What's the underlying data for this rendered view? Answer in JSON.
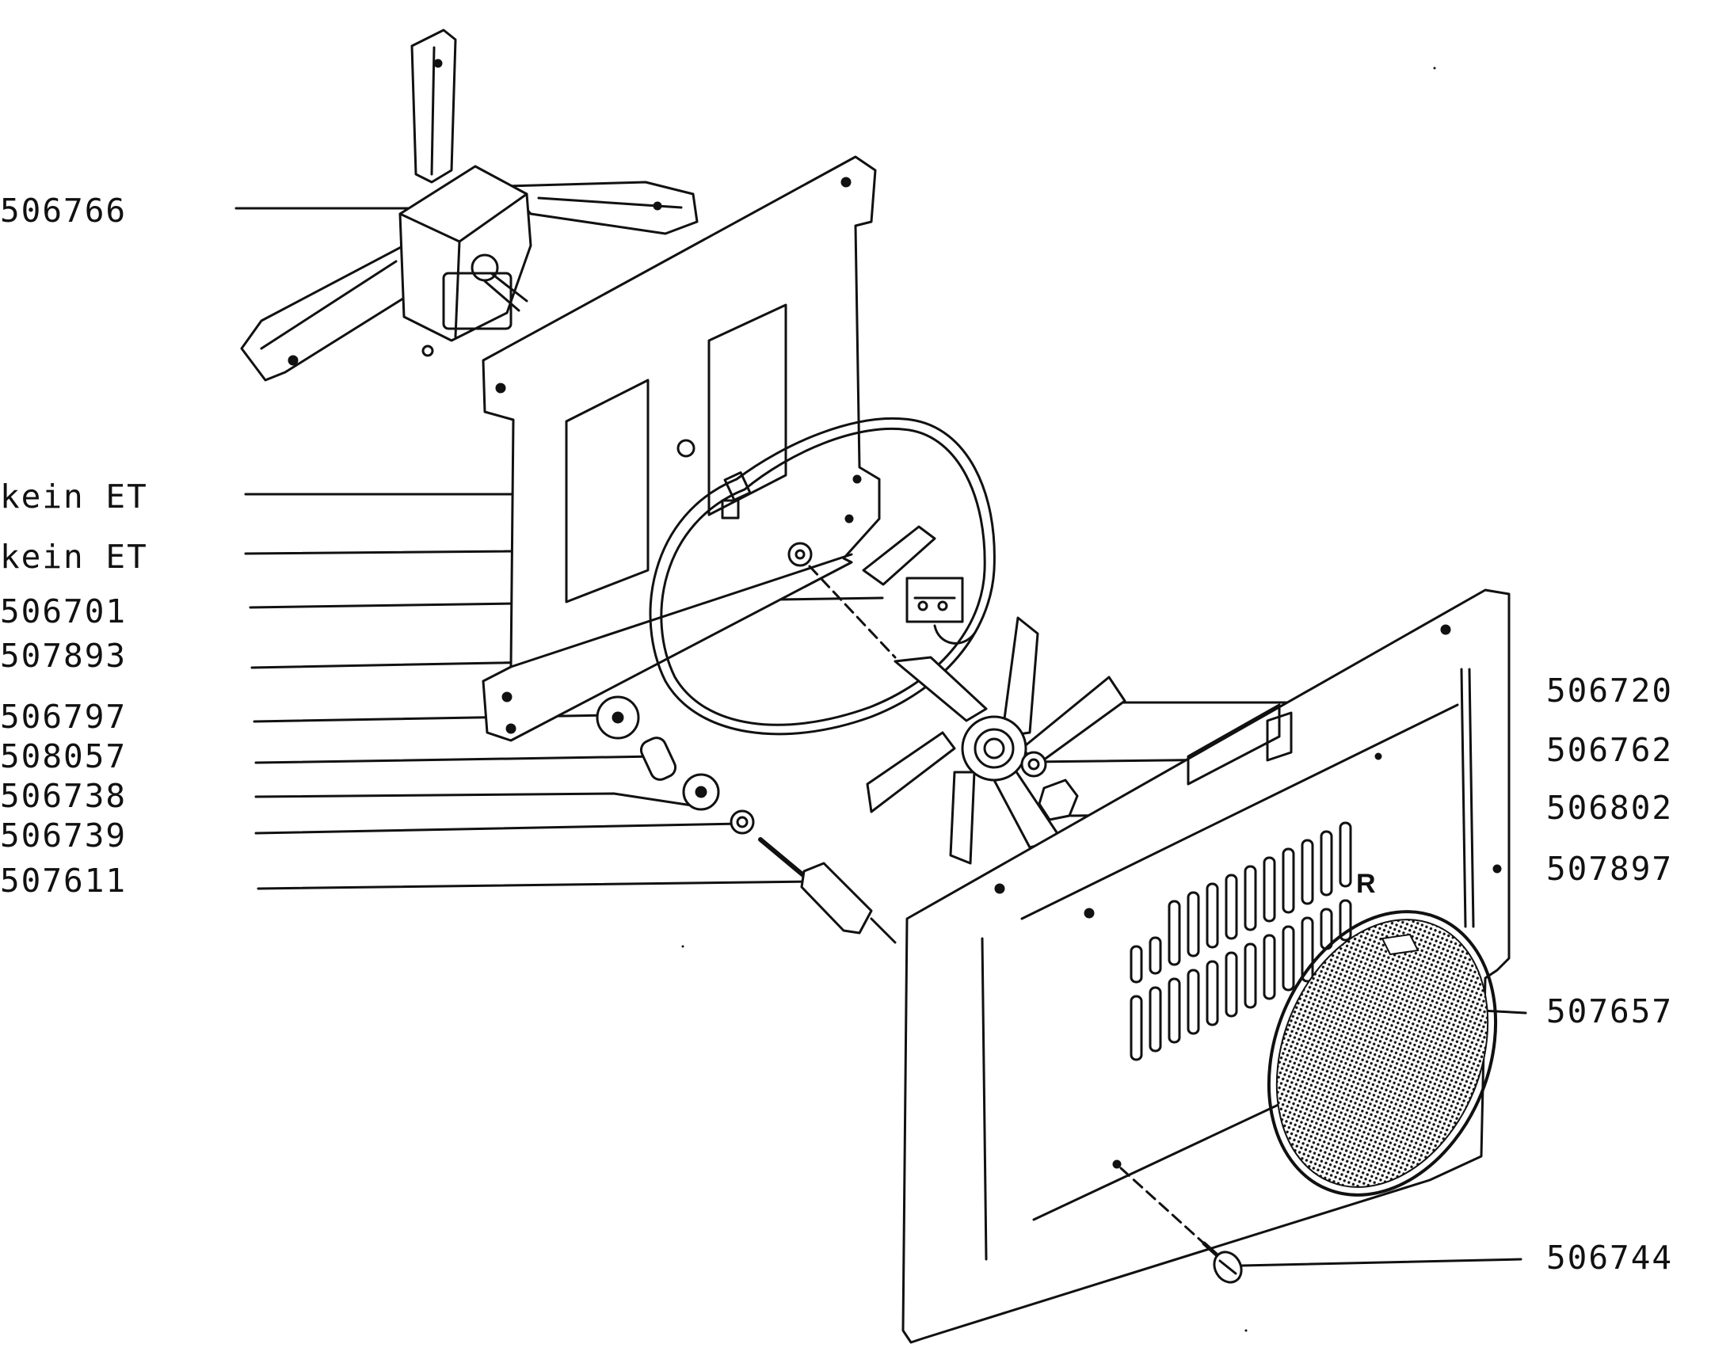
{
  "labels": {
    "motor": "506766",
    "rear_panel": "kein ET",
    "fan_bearing": "kein ET",
    "terminal_block": "506701",
    "ring_heater": "507893",
    "lamp_socket": "506797",
    "lamp_bulb": "508057",
    "lamp_cover": "506738",
    "lamp_seal": "506739",
    "lamp_holder": "507611",
    "fan_wheel": "506720",
    "fan_washer": "506762",
    "fan_nut": "506802",
    "front_panel": "507897",
    "grease_filter": "507657",
    "panel_screw": "506744"
  },
  "marking": {
    "panel_letter": "R"
  },
  "colors": {
    "ink": "#111111",
    "paper": "#ffffff"
  }
}
